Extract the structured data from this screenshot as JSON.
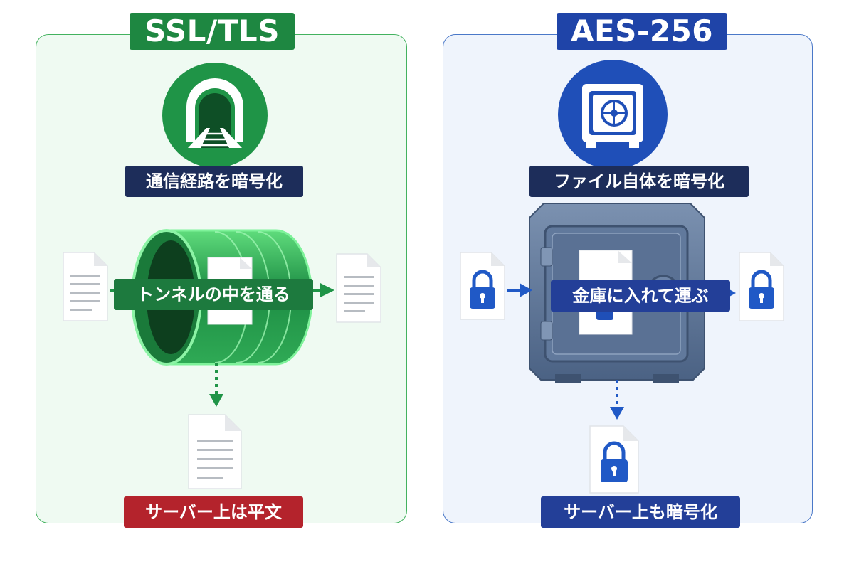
{
  "ssl": {
    "title": "SSL/TLS",
    "subtitle": "通信経路を暗号化",
    "flow_label": "トンネルの中を通る",
    "result_label": "サーバー上は平文",
    "colors": {
      "primary": "#1e8741",
      "panel": "#effaf2",
      "result": "#b4232c"
    },
    "icons": [
      "tunnel-icon",
      "document-icon",
      "arrow-right-icon",
      "arrow-down-icon"
    ]
  },
  "aes": {
    "title": "AES-256",
    "subtitle": "ファイル自体を暗号化",
    "flow_label": "金庫に入れて運ぶ",
    "result_label": "サーバー上も暗号化",
    "colors": {
      "primary": "#1f44a8",
      "panel": "#eff4fc"
    },
    "icons": [
      "safe-icon",
      "locked-document-icon",
      "arrow-right-icon",
      "arrow-down-icon"
    ]
  }
}
